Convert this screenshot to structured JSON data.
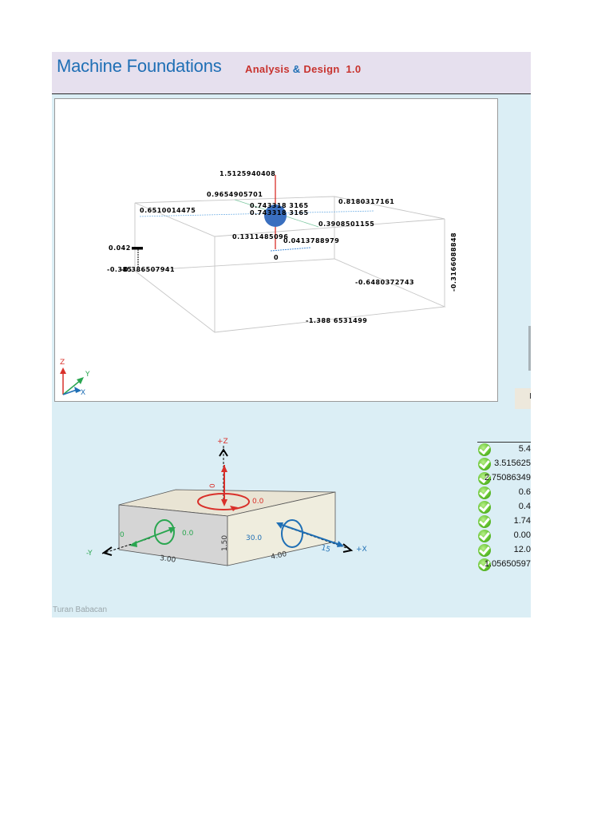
{
  "header": {
    "title": "Machine Foundations",
    "subtitle_part1": "Analysis",
    "subtitle_amp": "&",
    "subtitle_part2": "Design",
    "version": "1.0"
  },
  "plot3d": {
    "labels": {
      "top": "1.5125940408",
      "l2": "0.9654905701",
      "l3": "0.8180317161",
      "l4": "0.6510014475",
      "l5": "0.743318 3165",
      "l6": "0.743318 3165",
      "l7": "0.3908501155",
      "l8": "0.1311485096",
      "l9": "0.0413788979",
      "l10": "0.042",
      "l11": "-0.385",
      "l11b": "-0.386507941",
      "l12": "0",
      "l13": "-0.6480372743",
      "l14": "-0.3166088848",
      "l15": "-1.388 6531499"
    },
    "axes": {
      "z": "Z",
      "y": "Y",
      "x": "X"
    }
  },
  "side": {
    "letter": "I"
  },
  "diagram": {
    "plus_z": "+Z",
    "minus_y": "-Y",
    "plus_x": "+X",
    "moment_z_val": "0",
    "torsion_val": "0.0",
    "fy_val": "0",
    "my_val": "0.0",
    "mx_val": "30.0",
    "fx_val": "15",
    "dim_a": "3.00",
    "dim_b": "4.00",
    "dim_h": "1.50"
  },
  "results": [
    "5.4",
    "3.515625",
    "2.75086349",
    "0.6",
    "0.4",
    "1.74",
    "0.00",
    "12.0",
    "1.05650597"
  ],
  "footer": {
    "author": "Turan Babacan"
  },
  "colors": {
    "title": "#1f6fb5",
    "subtitle": "#c8332e",
    "sheet": "#dbeef5",
    "header": "#e6e0ee"
  }
}
